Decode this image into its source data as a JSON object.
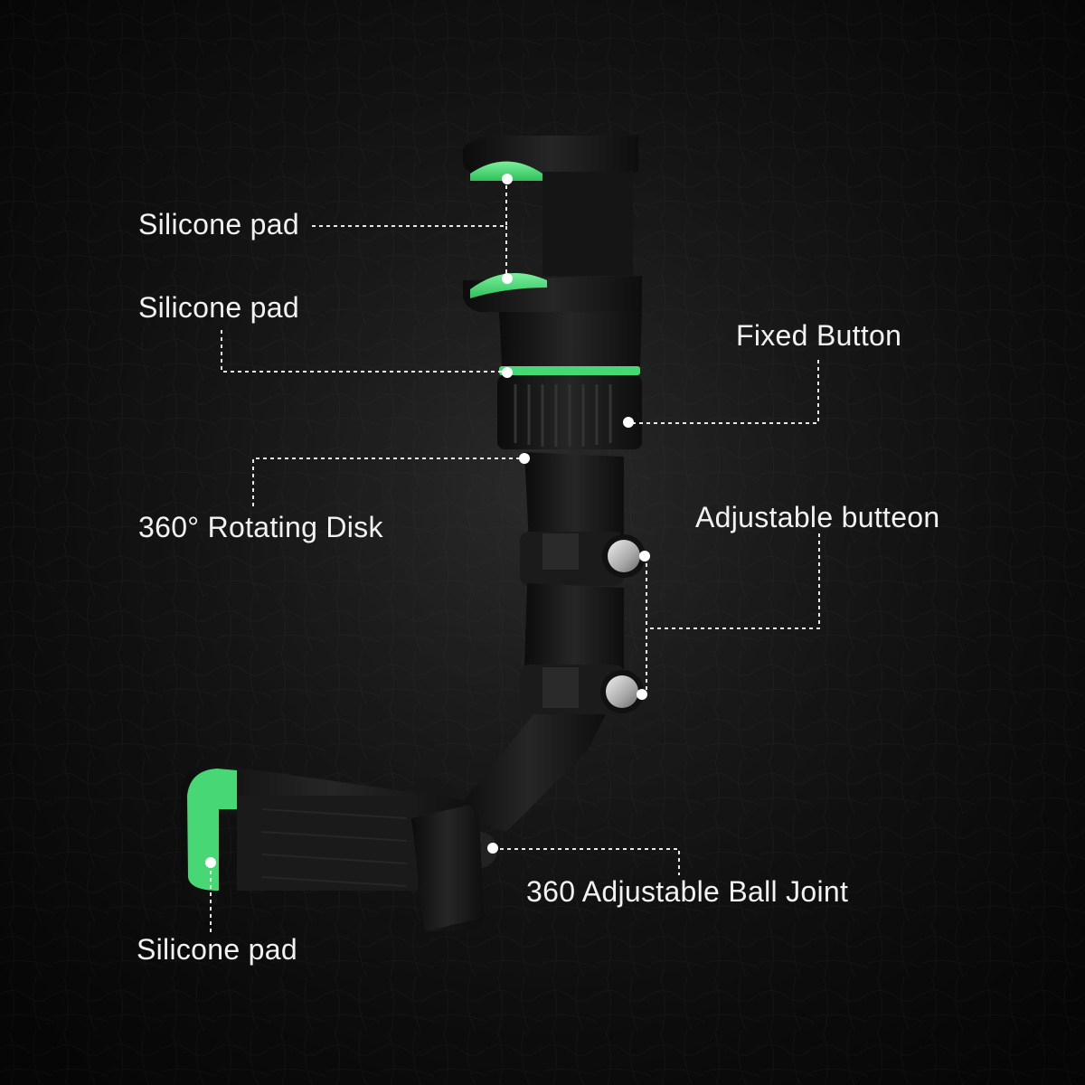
{
  "labels": {
    "silicone_pad_top": "Silicone pad",
    "silicone_pad_middle": "Silicone pad",
    "fixed_button": "Fixed Button",
    "rotating_disk": "360° Rotating Disk",
    "adjustable_button": "Adjustable butteon",
    "ball_joint": "360 Adjustable Ball Joint",
    "silicone_pad_bottom": "Silicone pad"
  },
  "colors": {
    "background": "#161616",
    "accent_green": "#4ee07a",
    "plastic_black": "#1a1a1a",
    "label_text": "#f2f2f2",
    "metal_button": "#bfbfbf"
  },
  "icons": {
    "product": "phone-holder-illustration"
  }
}
